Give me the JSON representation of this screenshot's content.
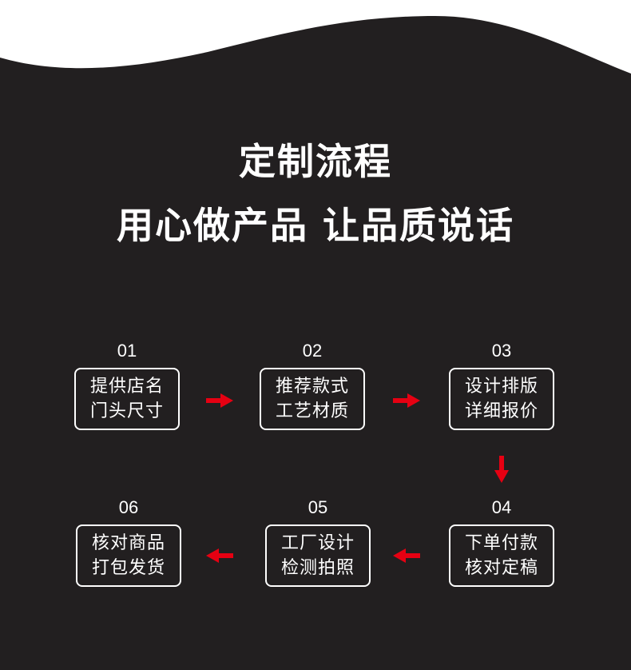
{
  "colors": {
    "background": "#221f20",
    "top_wave": "#ffffff",
    "text": "#ffffff",
    "arrow": "#e60012"
  },
  "headline": {
    "line1": "定制流程",
    "line2": "用心做产品 让品质说话"
  },
  "steps": [
    {
      "number": "01",
      "line1": "提供店名",
      "line2": "门头尺寸"
    },
    {
      "number": "02",
      "line1": "推荐款式",
      "line2": "工艺材质"
    },
    {
      "number": "03",
      "line1": "设计排版",
      "line2": "详细报价"
    },
    {
      "number": "04",
      "line1": "下单付款",
      "line2": "核对定稿"
    },
    {
      "number": "05",
      "line1": "工厂设计",
      "line2": "检测拍照"
    },
    {
      "number": "06",
      "line1": "核对商品",
      "line2": "打包发货"
    }
  ],
  "arrows": [
    {
      "from": "01",
      "to": "02",
      "icon": "arrow-right-icon"
    },
    {
      "from": "02",
      "to": "03",
      "icon": "arrow-right-icon"
    },
    {
      "from": "03",
      "to": "04",
      "icon": "arrow-down-icon"
    },
    {
      "from": "04",
      "to": "05",
      "icon": "arrow-left-icon"
    },
    {
      "from": "05",
      "to": "06",
      "icon": "arrow-left-icon"
    }
  ]
}
